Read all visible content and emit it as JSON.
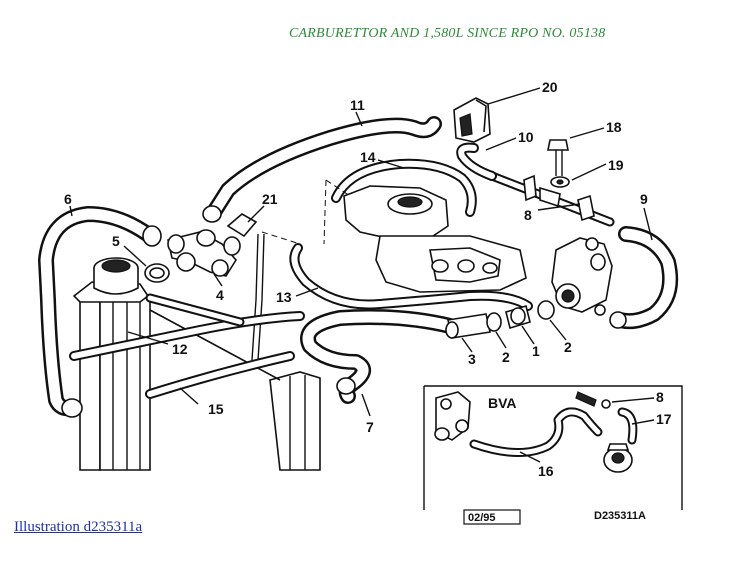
{
  "title": "CARBURETTOR AND 1,580L SINCE RPO NO. 05138",
  "caption_link": "Illustration d235311a",
  "inset": {
    "label": "BVA",
    "date_code": "02/95",
    "ref_code": "D235311A"
  },
  "callouts": [
    "1",
    "2",
    "2",
    "3",
    "4",
    "5",
    "6",
    "7",
    "8",
    "8",
    "9",
    "10",
    "11",
    "12",
    "13",
    "14",
    "15",
    "16",
    "17",
    "18",
    "19",
    "20",
    "21"
  ]
}
